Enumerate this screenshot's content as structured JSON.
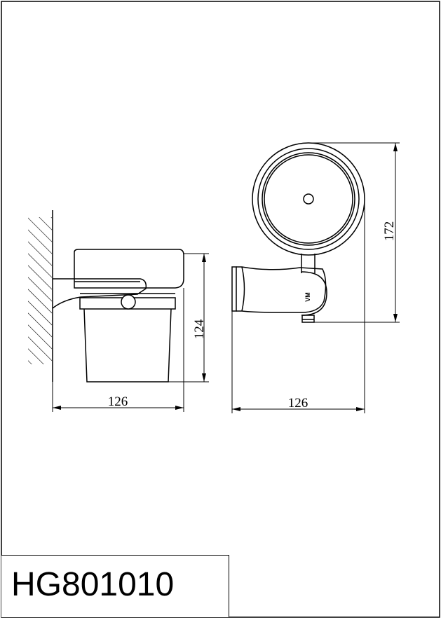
{
  "drawing": {
    "model_code": "HG801010",
    "front_view": {
      "width_dim": "126",
      "height_dim": "124"
    },
    "side_view": {
      "width_dim": "126",
      "height_dim": "172"
    },
    "logo_mark": "VM"
  },
  "colors": {
    "line": "#000000",
    "background": "#ffffff"
  }
}
